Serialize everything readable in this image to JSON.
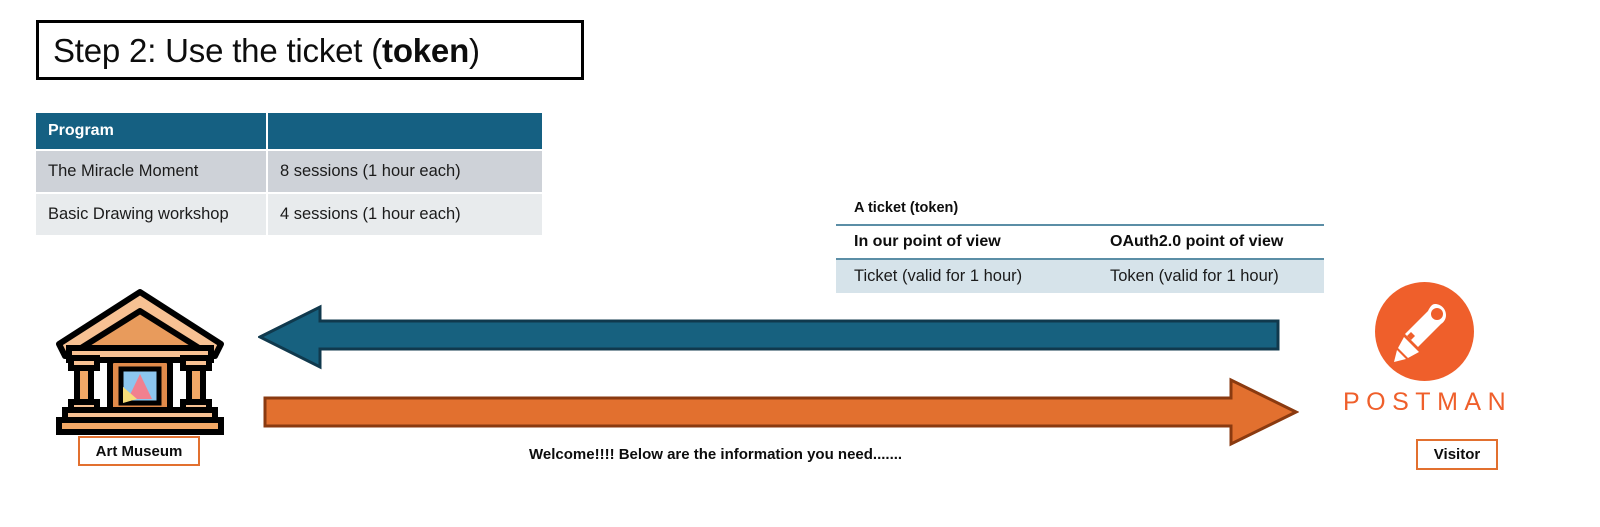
{
  "title": {
    "prefix": "Step 2: Use the ticket (",
    "emphasis": "token",
    "suffix": ")"
  },
  "program_table": {
    "headers": [
      "Program",
      ""
    ],
    "rows": [
      [
        "The Miracle Moment",
        "8 sessions (1 hour each)"
      ],
      [
        "Basic Drawing workshop",
        "4 sessions (1 hour each)"
      ]
    ]
  },
  "ticket_table": {
    "caption": "A ticket (token)",
    "headers": [
      "In our point of view",
      "OAuth2.0 point of view"
    ],
    "rows": [
      [
        "Ticket (valid for 1 hour)",
        "Token (valid for 1 hour)"
      ]
    ]
  },
  "museum": {
    "label": "Art Museum",
    "icon": "museum-building-icon"
  },
  "client": {
    "wordmark": "POSTMAN",
    "label": "Visitor",
    "icon": "postman-rocket-icon"
  },
  "arrows": {
    "response": {
      "name": "teal-arrow-left",
      "direction": "left",
      "fill": "#17617f",
      "stroke": "#10394d"
    },
    "request": {
      "name": "orange-arrow-right",
      "direction": "right",
      "fill": "#e2702f",
      "stroke": "#8a3a10"
    }
  },
  "caption": "Welcome!!!! Below are the information you need.......",
  "colors": {
    "table_header": "#156082",
    "row_shade_dark": "#ced2d8",
    "row_shade_light": "#e8ebed",
    "ticket_row": "#d6e3ea",
    "ticket_rule": "#5b8ea6",
    "accent_orange": "#e2702f",
    "postman_orange": "#ef5f2b"
  }
}
